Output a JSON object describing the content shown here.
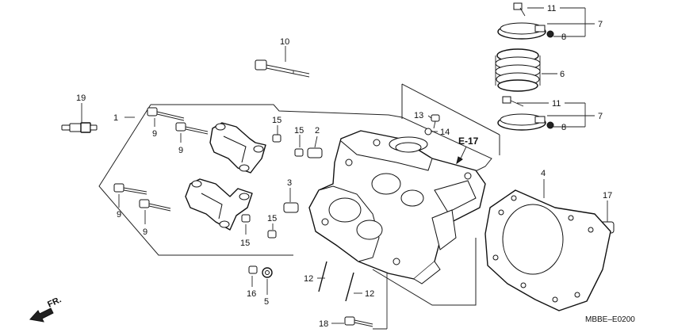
{
  "diagram": {
    "drawing_code": "MBBE–E0200",
    "reference": "E-17",
    "direction_label": "FR.",
    "callouts": [
      {
        "id": "c1",
        "label": "1"
      },
      {
        "id": "c2",
        "label": "2"
      },
      {
        "id": "c3",
        "label": "3"
      },
      {
        "id": "c4",
        "label": "4"
      },
      {
        "id": "c5",
        "label": "5"
      },
      {
        "id": "c6",
        "label": "6"
      },
      {
        "id": "c7a",
        "label": "7"
      },
      {
        "id": "c7b",
        "label": "7"
      },
      {
        "id": "c8a",
        "label": "8"
      },
      {
        "id": "c8b",
        "label": "8"
      },
      {
        "id": "c9a",
        "label": "9"
      },
      {
        "id": "c9b",
        "label": "9"
      },
      {
        "id": "c9c",
        "label": "9"
      },
      {
        "id": "c9d",
        "label": "9"
      },
      {
        "id": "c10",
        "label": "10"
      },
      {
        "id": "c11a",
        "label": "11"
      },
      {
        "id": "c11b",
        "label": "11"
      },
      {
        "id": "c12a",
        "label": "12"
      },
      {
        "id": "c12b",
        "label": "12"
      },
      {
        "id": "c13",
        "label": "13"
      },
      {
        "id": "c14",
        "label": "14"
      },
      {
        "id": "c15a",
        "label": "15"
      },
      {
        "id": "c15b",
        "label": "15"
      },
      {
        "id": "c15c",
        "label": "15"
      },
      {
        "id": "c15d",
        "label": "15"
      },
      {
        "id": "c16",
        "label": "16"
      },
      {
        "id": "c17",
        "label": "17"
      },
      {
        "id": "c18",
        "label": "18"
      },
      {
        "id": "c19",
        "label": "19"
      }
    ]
  }
}
